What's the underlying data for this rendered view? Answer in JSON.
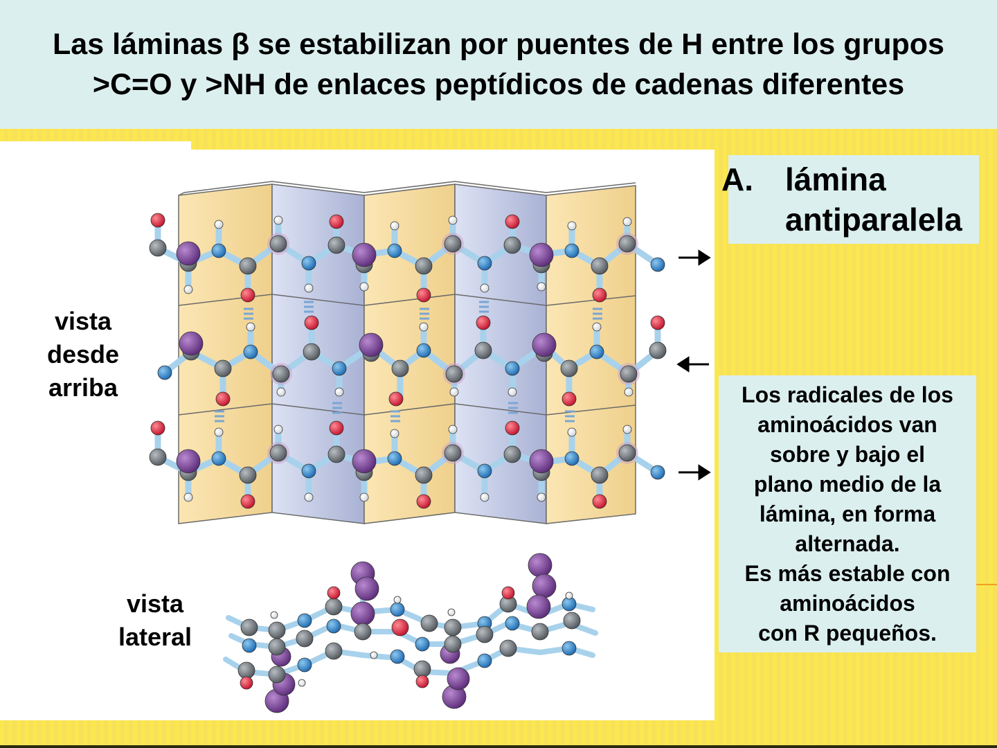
{
  "slide": {
    "title": "Las láminas β se estabilizan por puentes de H entre los grupos >C=O y >NH de enlaces peptídicos de cadenas diferentes",
    "colors": {
      "title_band": "#dcefef",
      "background_yellow": "#fbe74e",
      "sheet_tan": "#f7dca0",
      "sheet_lavender": "#c8cfe8",
      "atom_carbon": "#6b7278",
      "atom_nitrogen": "#2f86d0",
      "atom_oxygen": "#e0263a",
      "atom_hydrogen": "#ffffff",
      "atom_r_group": "#7b3f98",
      "bond": "#a8d2ec"
    }
  },
  "figure": {
    "top_view_label": [
      "vista",
      "desde",
      "arriba"
    ],
    "side_view_label": [
      "vista",
      "lateral"
    ],
    "strand_directions": [
      {
        "strand": 1,
        "arrow": "→"
      },
      {
        "strand": 2,
        "arrow": "←"
      },
      {
        "strand": 3,
        "arrow": "→"
      }
    ]
  },
  "box_a": {
    "letter": "A.",
    "line1": "lámina",
    "line2": "antiparalela"
  },
  "box_b": {
    "lines": [
      "Los radicales de los",
      "aminoácidos van",
      "sobre y bajo el",
      "plano medio de la",
      "lámina, en forma",
      "alternada.",
      "Es más estable con",
      "aminoácidos",
      "con R pequeños."
    ]
  }
}
